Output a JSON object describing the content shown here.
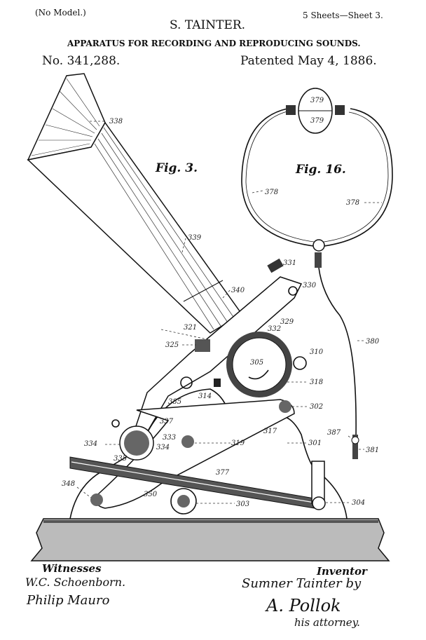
{
  "header": {
    "model_note": "(No Model.)",
    "sheets": "5 Sheets—Sheet 3.",
    "inventor_name": "S. TAINTER.",
    "title": "APPARATUS FOR RECORDING AND REPRODUCING SOUNDS.",
    "patent_number": "No. 341,288.",
    "patent_date": "Patented May 4, 1886."
  },
  "figures": {
    "fig3": "Fig. 3.",
    "fig16": "Fig. 16."
  },
  "labels": {
    "l338": "338",
    "l339": "339",
    "l340": "340",
    "l331": "331",
    "l330": "330",
    "l329": "329",
    "l321": "321",
    "l332": "332",
    "l325": "325",
    "l305": "305",
    "l310": "310",
    "l318": "318",
    "l385": "385",
    "l314": "314",
    "l302": "302",
    "l337": "337",
    "l333": "333",
    "l334a": "334",
    "l334b": "334",
    "l335": "335",
    "l317": "317",
    "l319": "319",
    "l301": "301",
    "l377": "377",
    "l348": "348",
    "l350": "350",
    "l303": "303",
    "l304": "304",
    "l379a": "379",
    "l379b": "379",
    "l378a": "378",
    "l378b": "378",
    "l380": "380",
    "l387": "387",
    "l381": "381"
  },
  "footer": {
    "witnesses_label": "Witnesses",
    "witness1": "W.C. Schoenborn.",
    "witness2": "Philip Mauro",
    "inventor_label": "Inventor",
    "inventor_signature": "Sumner Tainter by",
    "attorney_signature": "A. Pollok",
    "attorney_note": "his attorney."
  }
}
